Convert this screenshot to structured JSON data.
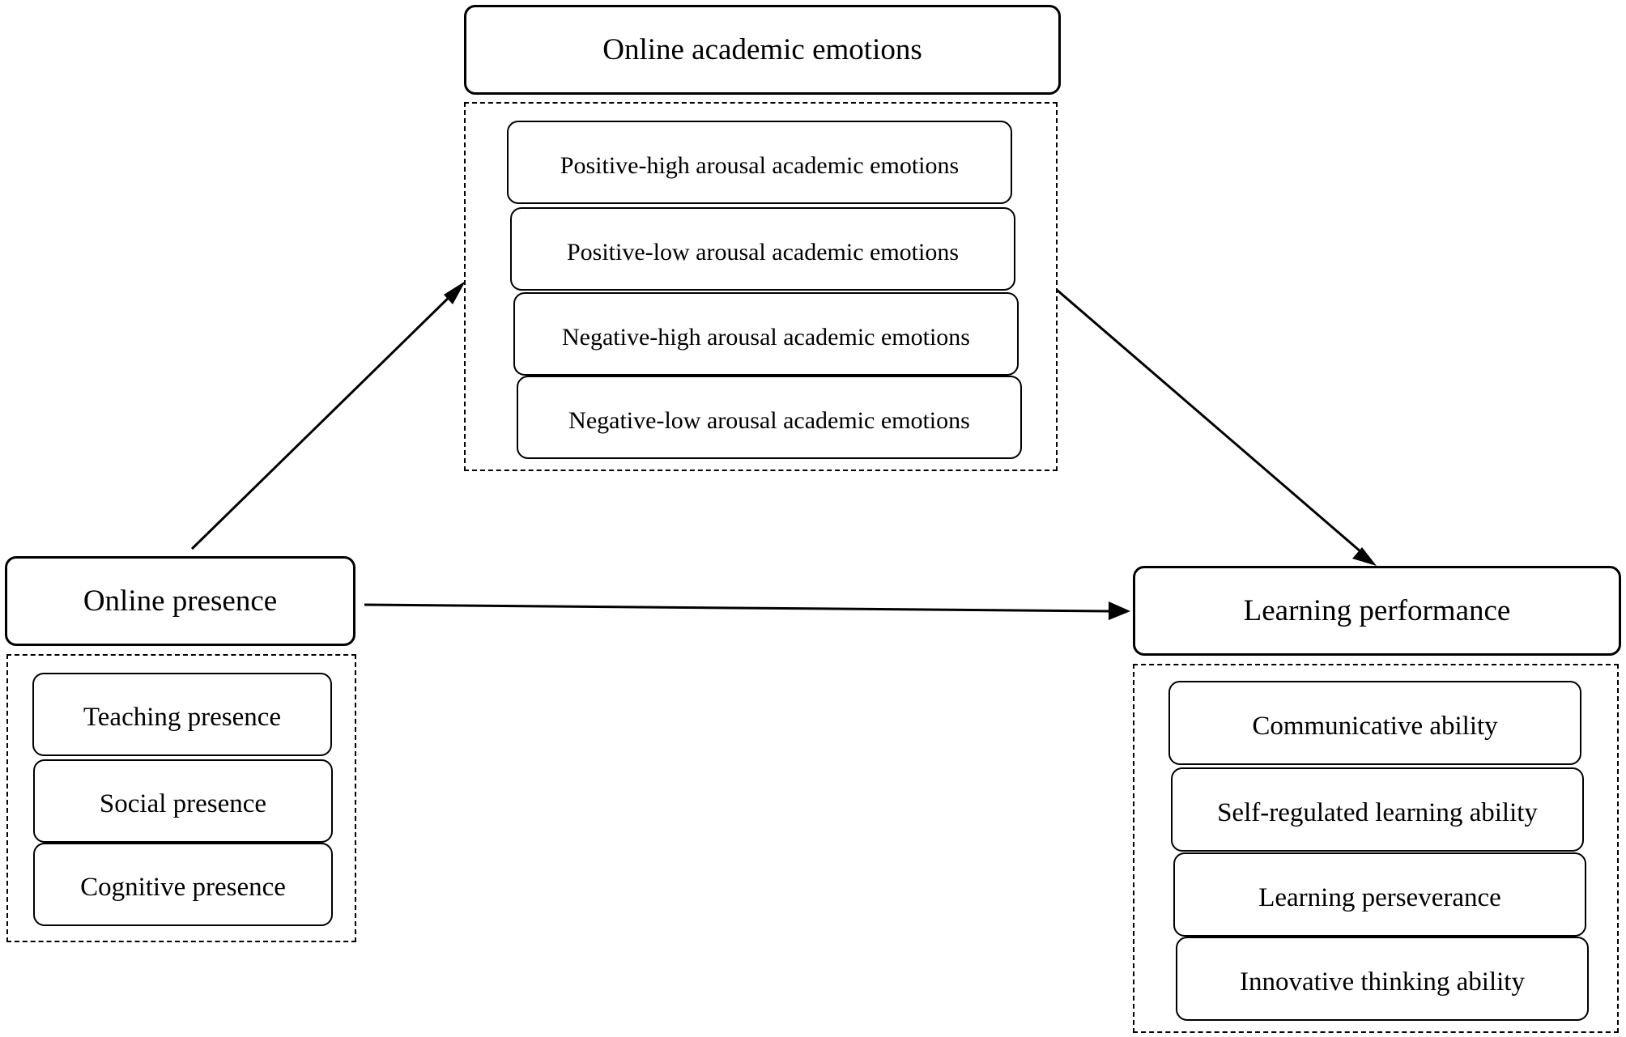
{
  "mediator": {
    "title": "Online academic emotions",
    "items": [
      "Positive-high arousal academic emotions",
      "Positive-low arousal academic emotions",
      "Negative-high arousal academic emotions",
      "Negative-low arousal academic emotions"
    ]
  },
  "predictor": {
    "title": "Online presence",
    "items": [
      "Teaching presence",
      "Social presence",
      "Cognitive presence"
    ]
  },
  "outcome": {
    "title": "Learning performance",
    "items": [
      "Communicative ability",
      "Self-regulated learning ability",
      "Learning perseverance",
      "Innovative thinking ability"
    ]
  },
  "arrows": [
    {
      "from": "Online presence",
      "to": "Online academic emotions"
    },
    {
      "from": "Online academic emotions",
      "to": "Learning performance"
    },
    {
      "from": "Online presence",
      "to": "Learning performance"
    }
  ]
}
